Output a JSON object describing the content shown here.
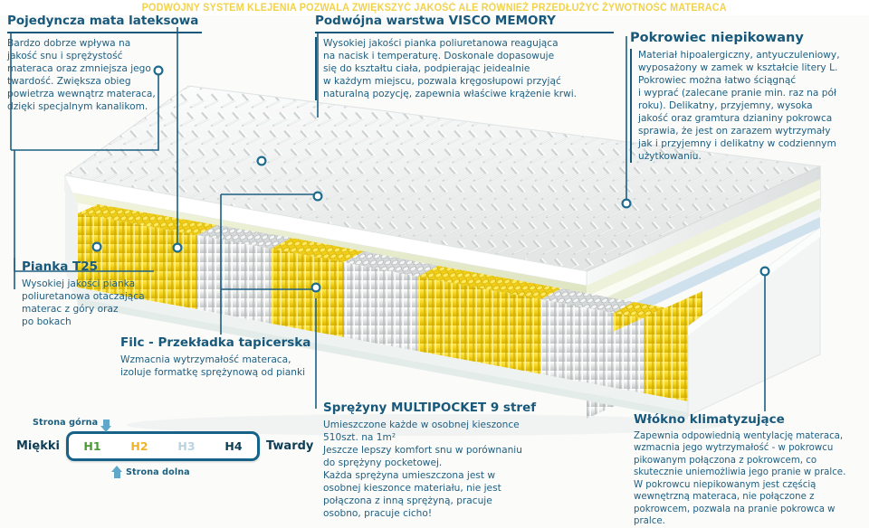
{
  "banner": {
    "text": "PODWÓJNY SYSTEM KLEJENIA POZWALA ZWIĘKSZYĆ JAKOŚĆ ALE RÓWNIEŻ PRZEDŁUŻYĆ ŻYWOTNOŚĆ MATERACA",
    "color": "#f2d24b"
  },
  "callouts": {
    "latex": {
      "title": "Pojedyncza mata lateksowa",
      "body": "Bardzo dobrze wpływa na\njakość snu i sprężystość\nmateraca oraz zmniejsza jego\ntwardość. Zwiększa obieg\npowietrza wewnątrz materaca,\n dzięki specjalnym kanalikom."
    },
    "visco": {
      "title": "Podwójna warstwa VISCO MEMORY",
      "body": "Wysokiej jakości pianka poliuretanowa reagująca\nna nacisk i temperaturę. Doskonale dopasowuje\nsię do kształtu ciała, podpierając jeidealnie\nw każdym miejscu, pozwala kręgosłupowi przyjąć\nnaturalną pozycję, zapewnia właściwe krążenie krwi."
    },
    "cover": {
      "title": "Pokrowiec niepikowany",
      "body": "Materiał hipoalergiczny, antyuczuleniowy,\nwyposażony w zamek w kształcie litery L.\nPokrowiec można łatwo ściągnąć\ni wyprać (zalecane pranie min. raz na pół\nroku). Delikatny, przyjemny, wysoka\njakość oraz gramtura dzianiny pokrowca\nsprawia, że jest on zarazem wytrzymały\njak i przyjemny i delikatny w codziennym\nużytkowaniu."
    },
    "foam": {
      "title": "Pianka T25",
      "body": "Wysokiej jakości pianka\npoliuretanowa otaczająca\nmaterac z góry oraz\npo bokach"
    },
    "felt": {
      "title": "Filc - Przekładka tapicerska",
      "body": "Wzmacnia wytrzymałość materaca,\nizoluje formatkę sprężynową od pianki"
    },
    "springs": {
      "title": "Sprężyny MULTIPOCKET 9 stref",
      "body": "Umieszczone każde w osobnej kieszonce\n510szt. na 1m²\nJeszcze lepszy komfort snu w porównaniu\ndo sprężyny pocketowej.\nKażda sprężyna umieszczona jest w\nosobnej kieszonce materiału, nie jest\npołączona z inną sprężyną, pracuje\nosobno, pracuje cicho!"
    },
    "fiber": {
      "title": "Włókno klimatyzujące",
      "body": "Zapewnia odpowiednią wentylację materaca,\nwzmacnia jego wytrzymałość - w pokrowcu\npikowanym połączona z pokrowcem, co\nskutecznie uniemożliwia jego pranie w pralce.\nW pokrowcu niepikowanym jest częścią\nwewnętrzną materaca, nie połączone z\npokrowcem, pozwala na pranie pokrowca w pralce."
    }
  },
  "hardness": {
    "top_side_label": "Strona górna",
    "bottom_side_label": "Strona dolna",
    "soft_label": "Miękki",
    "hard_label": "Twardy",
    "levels": [
      {
        "label": "H1",
        "color": "#4b9b35"
      },
      {
        "label": "H2",
        "color": "#f0b429"
      },
      {
        "label": "H3",
        "color": "#b9d3e0"
      },
      {
        "label": "H4",
        "color": "#0e3d56"
      }
    ]
  }
}
